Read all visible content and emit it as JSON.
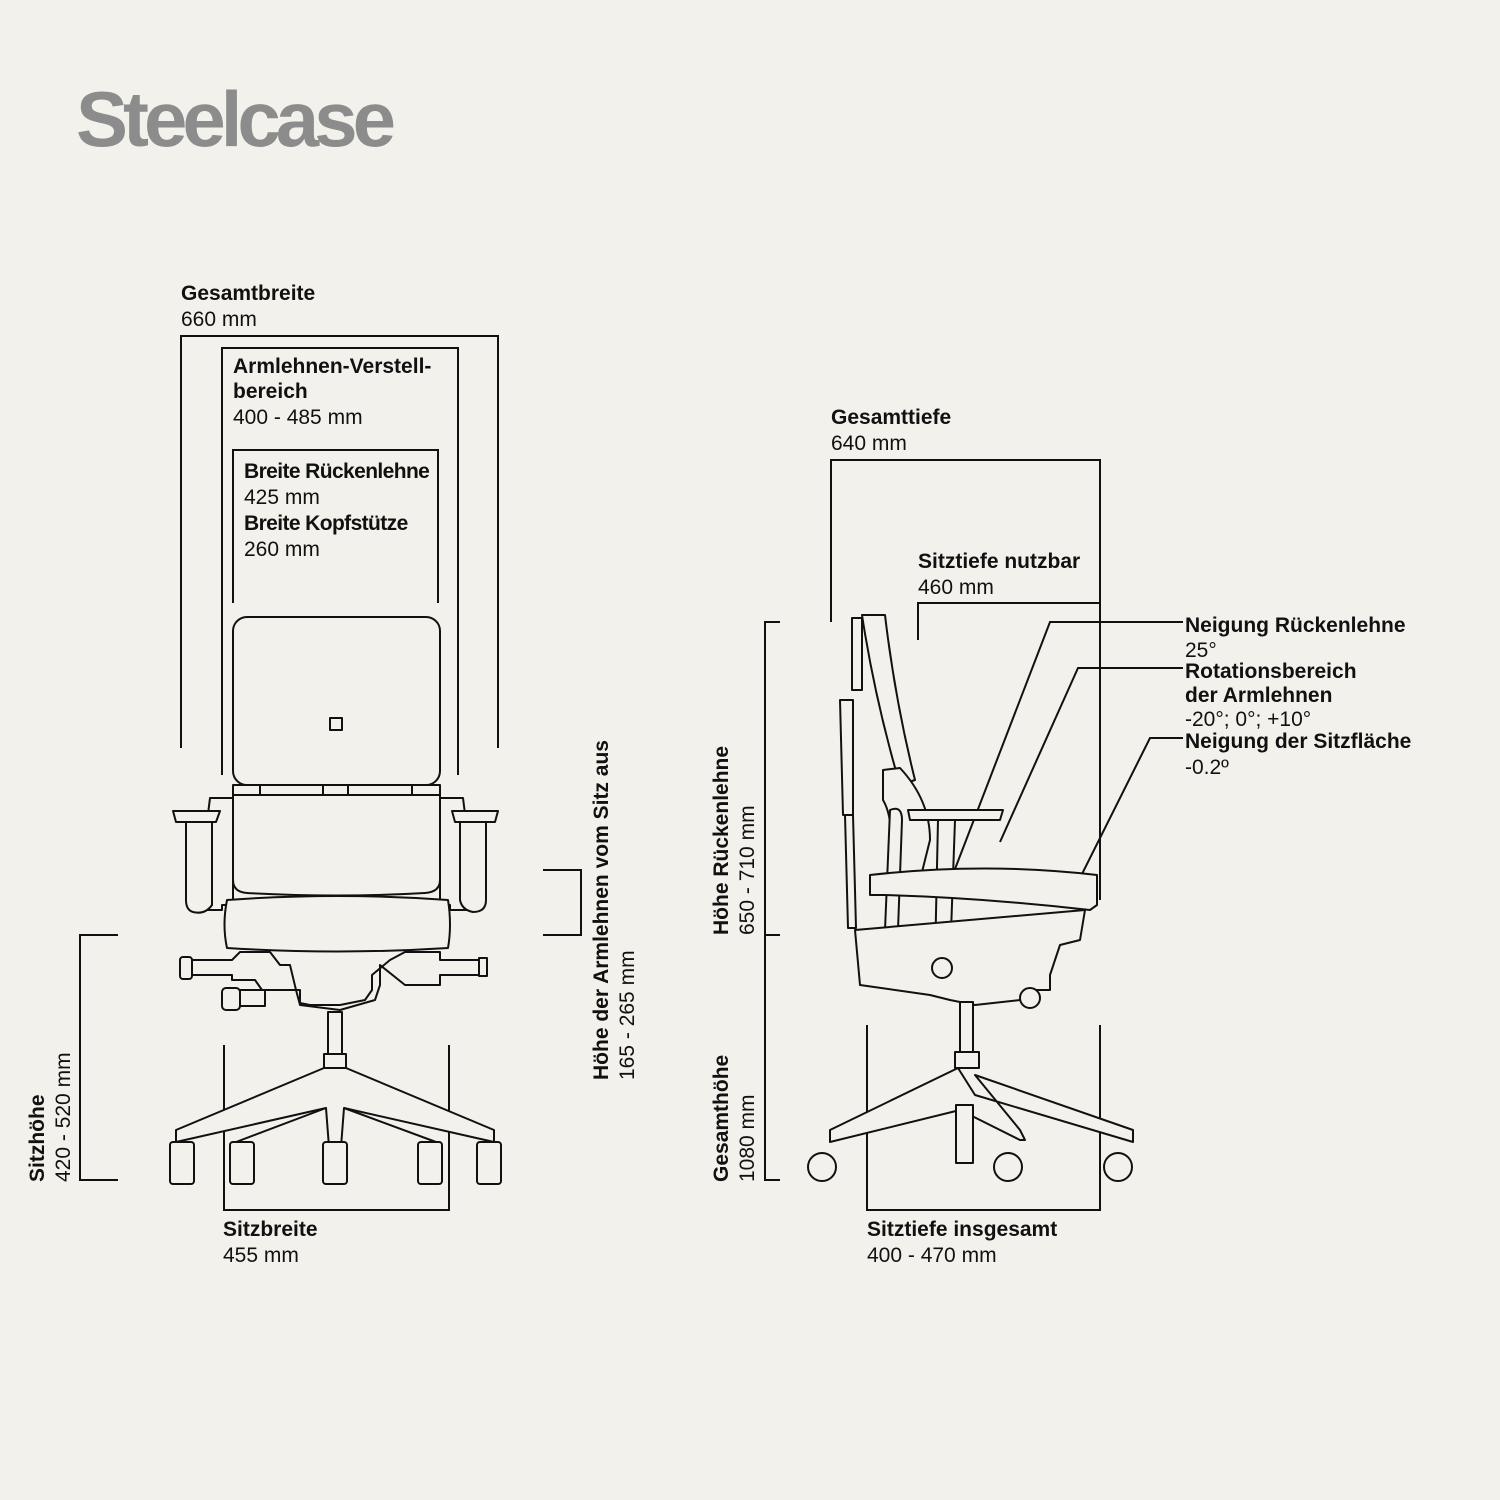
{
  "brand": {
    "logo_text": "Steelcase",
    "logo_color": "#8c8c8c"
  },
  "background_color": "#f3f1ec",
  "front_view": {
    "total_width": {
      "label": "Gesamtbreite",
      "value": "660 mm"
    },
    "armrest_adjust": {
      "label_line1": "Armlehnen-Verstell-",
      "label_line2": "bereich",
      "value": "400 - 485 mm"
    },
    "back_width": {
      "label": "Breite Rückenlehne",
      "value": "425 mm"
    },
    "headrest_width": {
      "label": "Breite Kopfstütze",
      "value": "260 mm"
    },
    "armrest_height": {
      "label": "Höhe der Armlehnen vom Sitz aus",
      "value": "165 - 265 mm"
    },
    "seat_height": {
      "label": "Sitzhöhe",
      "value": "420 - 520 mm"
    },
    "seat_width": {
      "label": "Sitzbreite",
      "value": "455 mm"
    }
  },
  "side_view": {
    "total_depth": {
      "label": "Gesamttiefe",
      "value": "640 mm"
    },
    "usable_seat_depth": {
      "label": "Sitztiefe nutzbar",
      "value": "460 mm"
    },
    "back_tilt": {
      "label": "Neigung Rückenlehne",
      "value": "25°"
    },
    "armrest_rotation": {
      "label_line1": "Rotationsbereich",
      "label_line2": "der Armlehnen",
      "value": "-20°; 0°; +10°"
    },
    "seat_tilt": {
      "label": "Neigung der Sitzfläche",
      "value": "-0.2º"
    },
    "back_height": {
      "label": "Höhe Rückenlehne",
      "value": "650 - 710 mm"
    },
    "total_height": {
      "label": "Gesamthöhe",
      "value": "1080 mm"
    },
    "total_seat_depth": {
      "label": "Sitztiefe insgesamt",
      "value": "400 - 470 mm"
    }
  }
}
